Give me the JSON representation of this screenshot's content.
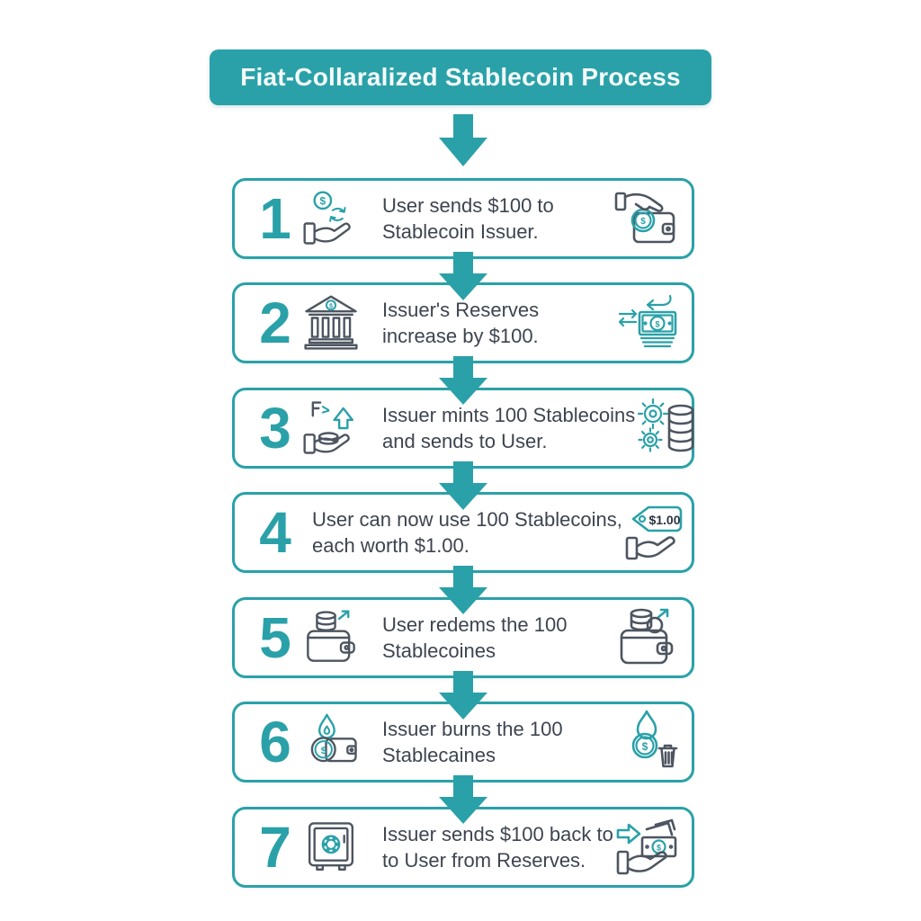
{
  "title": "Fiat-Collaralized Stablecoin Process",
  "glyphs": {
    "dollar": "$"
  },
  "colors": {
    "accent_teal": "#2aa1a8",
    "text_dark": "#3e4450",
    "icon_gray": "#4d5560",
    "title_text": "#f4fbfb",
    "background": "#ffffff"
  },
  "steps": [
    {
      "number": "1",
      "line1": "User sends $100 to",
      "line2": "Stablecoin Issuer.",
      "left_icon": "hand-coin-exchange-icon",
      "right_icon": "hand-coin-into-wallet-icon"
    },
    {
      "number": "2",
      "line1": "Issuer's Reserves",
      "line2": "increase by $100.",
      "left_icon": "bank-icon",
      "right_icon": "banknote-swap-arrows-icon"
    },
    {
      "number": "3",
      "line1": "Issuer mints 100 Stablecoins",
      "line2": "and sends to User.",
      "left_icon": "hand-mint-coins-up-arrow-icon",
      "right_icon": "gears-coin-stack-icon"
    },
    {
      "number": "4",
      "line1": "User can now use 100 Stablecoins,",
      "line2": "each worth $1.00.",
      "right_icon": "price-tag-hand-icon",
      "tag_label": "$1.00"
    },
    {
      "number": "5",
      "line1": "User redems the 100",
      "line2": "Stablecoines",
      "left_icon": "wallet-coin-stack-icon",
      "right_icon": "wallet-coins-up-arrow-icon"
    },
    {
      "number": "6",
      "line1": "Issuer burns the 100",
      "line2": "Stablecaines",
      "left_icon": "burning-coin-wallet-icon",
      "right_icon": "burning-coin-trash-icon"
    },
    {
      "number": "7",
      "line1": "Issuer sends $100 back to",
      "line2": "to User from Reserves.",
      "left_icon": "vault-icon",
      "right_icon": "hand-banknotes-arrow-icon"
    }
  ]
}
